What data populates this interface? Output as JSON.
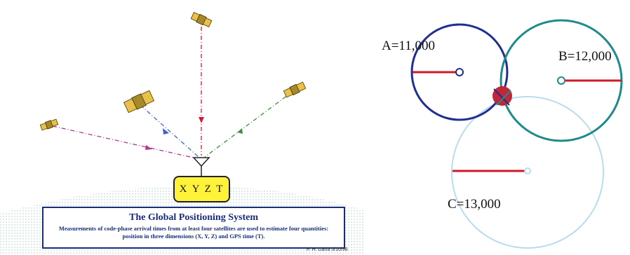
{
  "gps_diagram": {
    "receiver_label": "X Y Z T",
    "caption_title": "The Global Positioning System",
    "caption_description": "Measurements of code-phase arrival times from at least four satellites are used to estimate four quantities: position in three dimensions (X, Y, Z) and GPS time (T).",
    "credit": "P. H. Dana 5/10/98",
    "colors": {
      "caption_border": "#1a2d7a",
      "receiver_fill": "#fff23a",
      "satellite_fill": "#e8c14a",
      "ray_vertical": "#d4163a",
      "ray_left": "#b03a8a",
      "ray_upper_left": "#3f63c8",
      "ray_right": "#3f8f3a"
    }
  },
  "trilateration": {
    "circles": [
      {
        "name": "A",
        "label": "A=11,000",
        "color": "#1f2f8f"
      },
      {
        "name": "B",
        "label": "B=12,000",
        "color": "#1f8a8a"
      },
      {
        "name": "C",
        "label": "C=13,000",
        "color": "#b9dcf0"
      }
    ],
    "radius_color": "#d01828",
    "intersection_color": "#c0283a"
  }
}
